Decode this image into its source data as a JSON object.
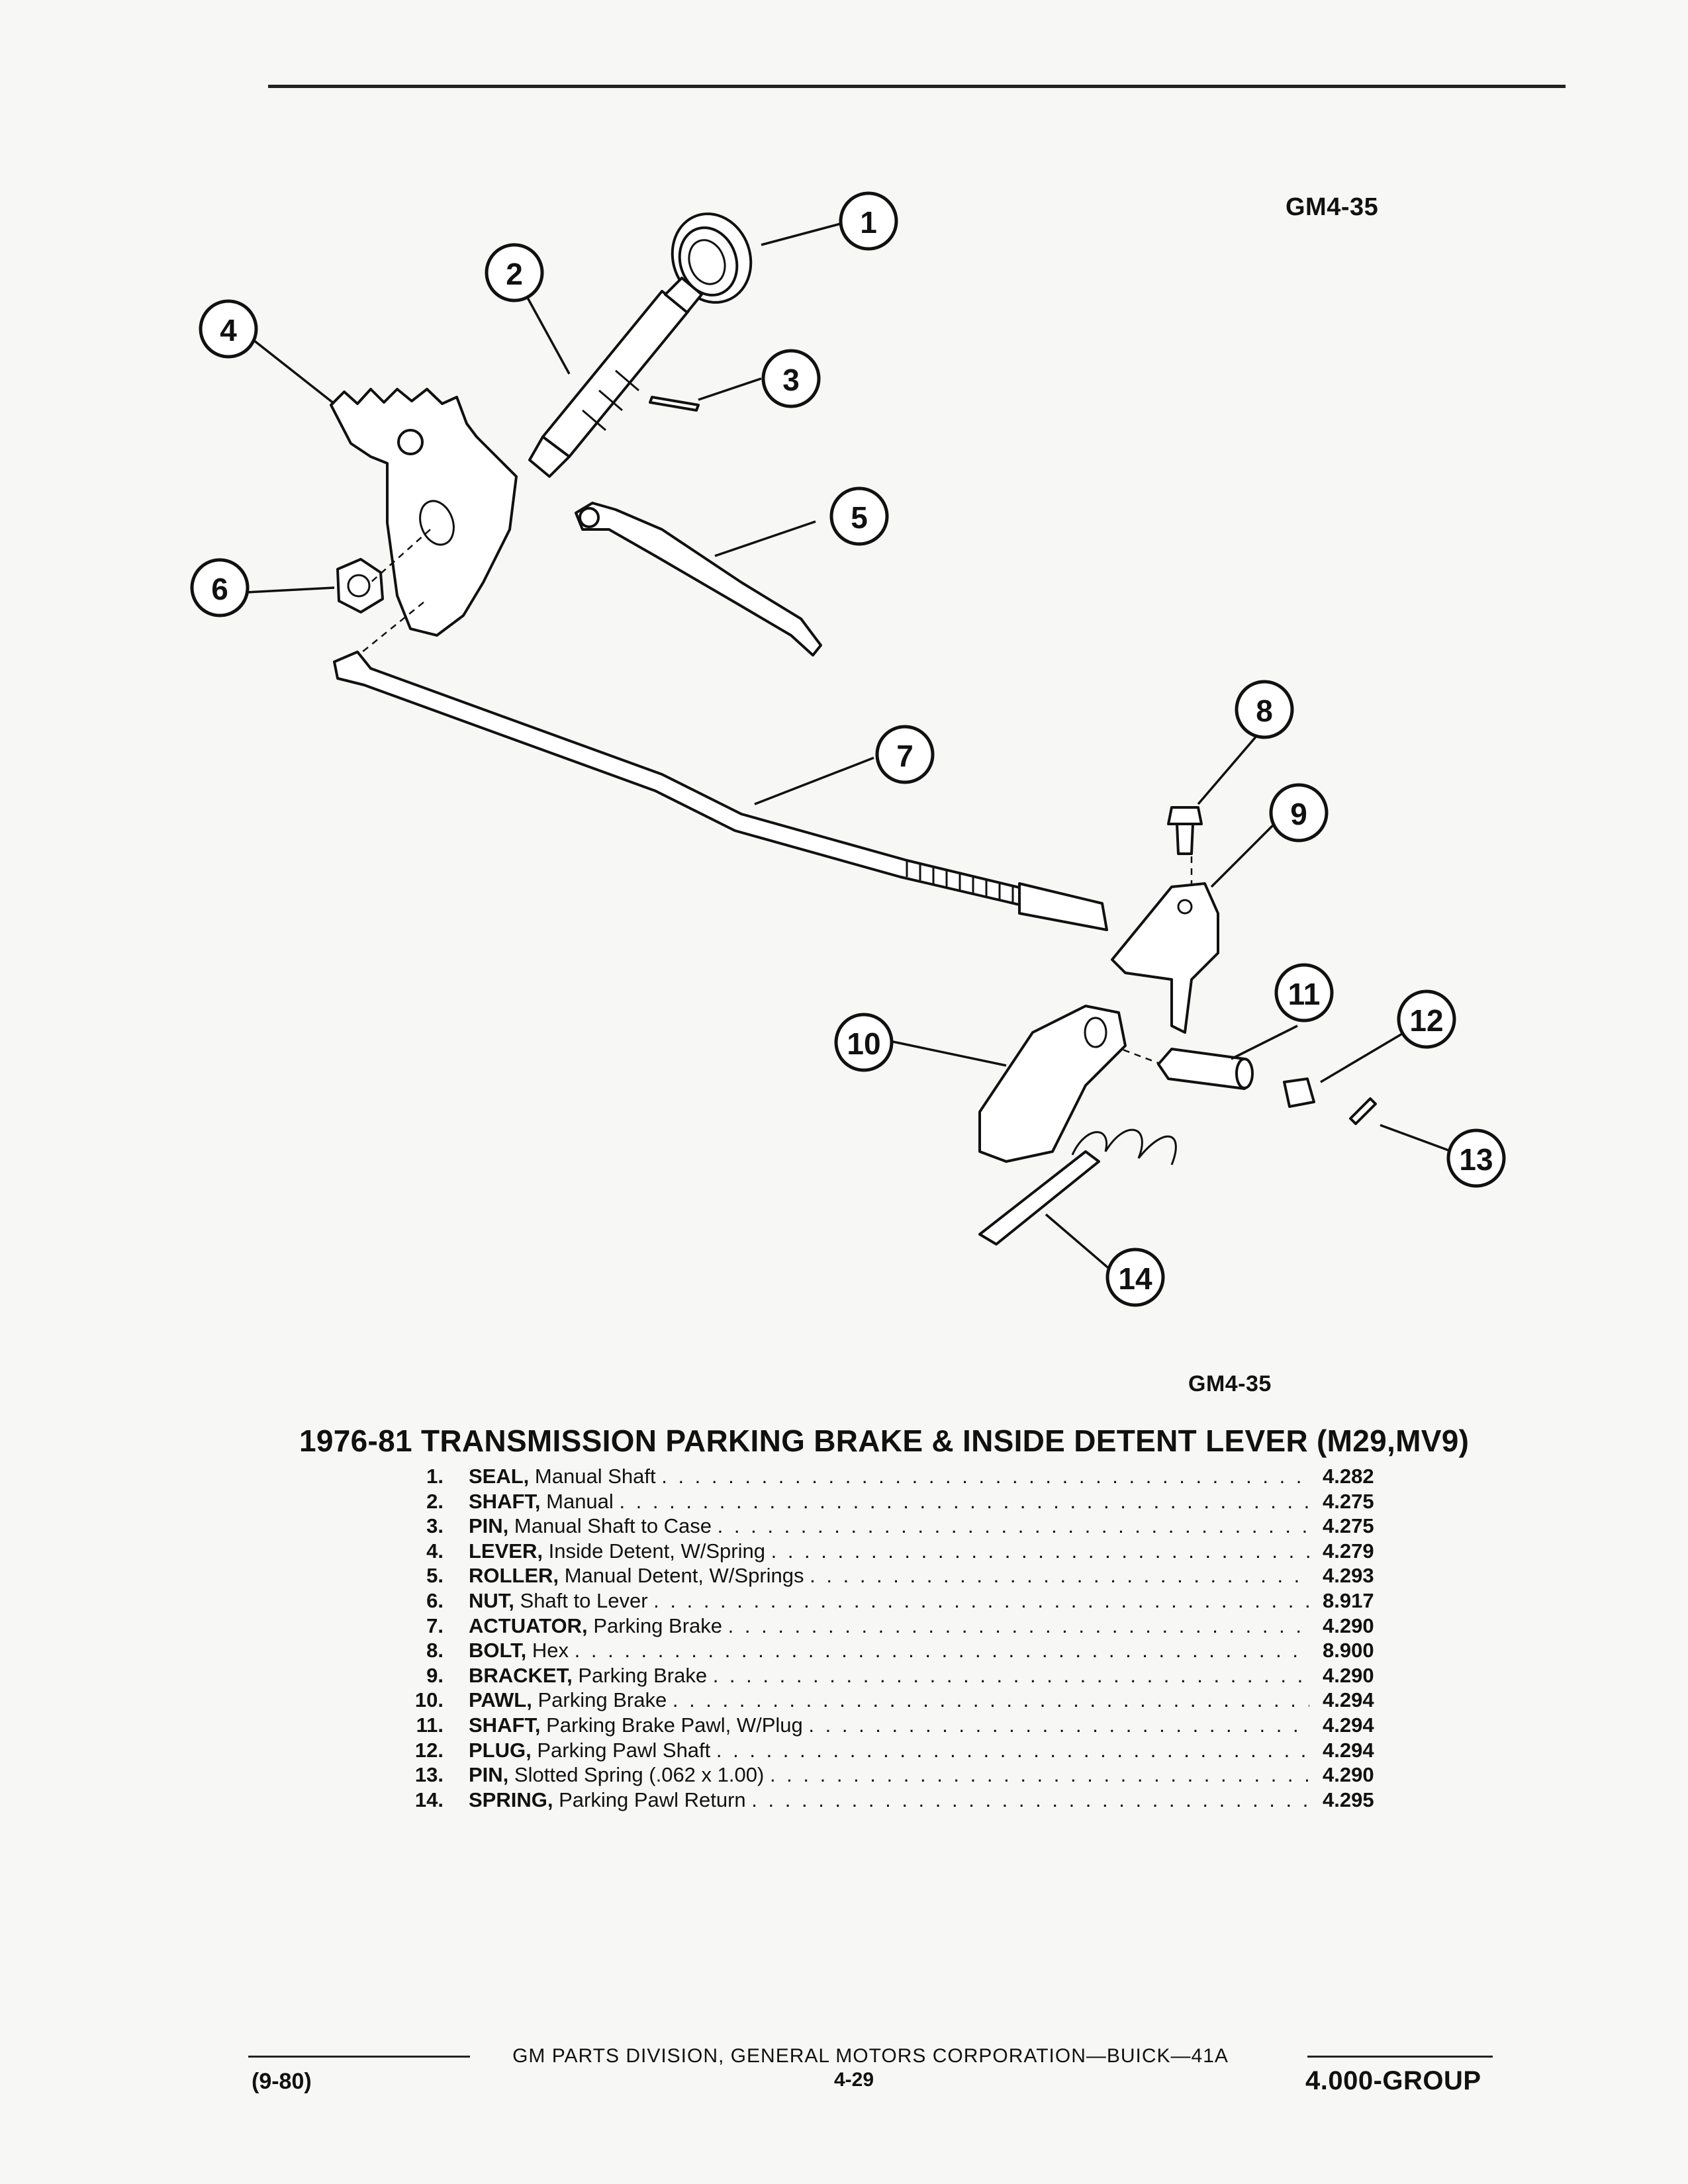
{
  "figure": {
    "code_top": "GM4-35",
    "code_bottom": "GM4-35",
    "callouts": [
      "1",
      "2",
      "3",
      "4",
      "5",
      "6",
      "7",
      "8",
      "9",
      "10",
      "11",
      "12",
      "13",
      "14"
    ]
  },
  "title": "1976-81 TRANSMISSION PARKING BRAKE & INSIDE DETENT LEVER (M29,MV9)",
  "parts": [
    {
      "num": "1.",
      "name": "SEAL,",
      "desc": "Manual Shaft",
      "code": "4.282"
    },
    {
      "num": "2.",
      "name": "SHAFT,",
      "desc": "Manual",
      "code": "4.275"
    },
    {
      "num": "3.",
      "name": "PIN,",
      "desc": "Manual Shaft to Case",
      "code": "4.275"
    },
    {
      "num": "4.",
      "name": "LEVER,",
      "desc": "Inside Detent, W/Spring",
      "code": "4.279"
    },
    {
      "num": "5.",
      "name": "ROLLER,",
      "desc": "Manual Detent, W/Springs",
      "code": "4.293"
    },
    {
      "num": "6.",
      "name": "NUT,",
      "desc": "Shaft to Lever",
      "code": "8.917"
    },
    {
      "num": "7.",
      "name": "ACTUATOR,",
      "desc": "Parking Brake",
      "code": "4.290"
    },
    {
      "num": "8.",
      "name": "BOLT,",
      "desc": "Hex",
      "code": "8.900"
    },
    {
      "num": "9.",
      "name": "BRACKET,",
      "desc": "Parking Brake",
      "code": "4.290"
    },
    {
      "num": "10.",
      "name": "PAWL,",
      "desc": "Parking Brake",
      "code": "4.294"
    },
    {
      "num": "11.",
      "name": "SHAFT,",
      "desc": "Parking Brake Pawl, W/Plug",
      "code": "4.294"
    },
    {
      "num": "12.",
      "name": "PLUG,",
      "desc": "Parking Pawl Shaft",
      "code": "4.294"
    },
    {
      "num": "13.",
      "name": "PIN,",
      "desc": "Slotted Spring (.062 x 1.00)",
      "code": "4.290"
    },
    {
      "num": "14.",
      "name": "SPRING,",
      "desc": "Parking Pawl Return",
      "code": "4.295"
    }
  ],
  "footer": {
    "center": "GM PARTS DIVISION, GENERAL MOTORS CORPORATION—BUICK—41A",
    "page": "4-29",
    "date": "(9-80)",
    "group": "4.000-GROUP"
  }
}
